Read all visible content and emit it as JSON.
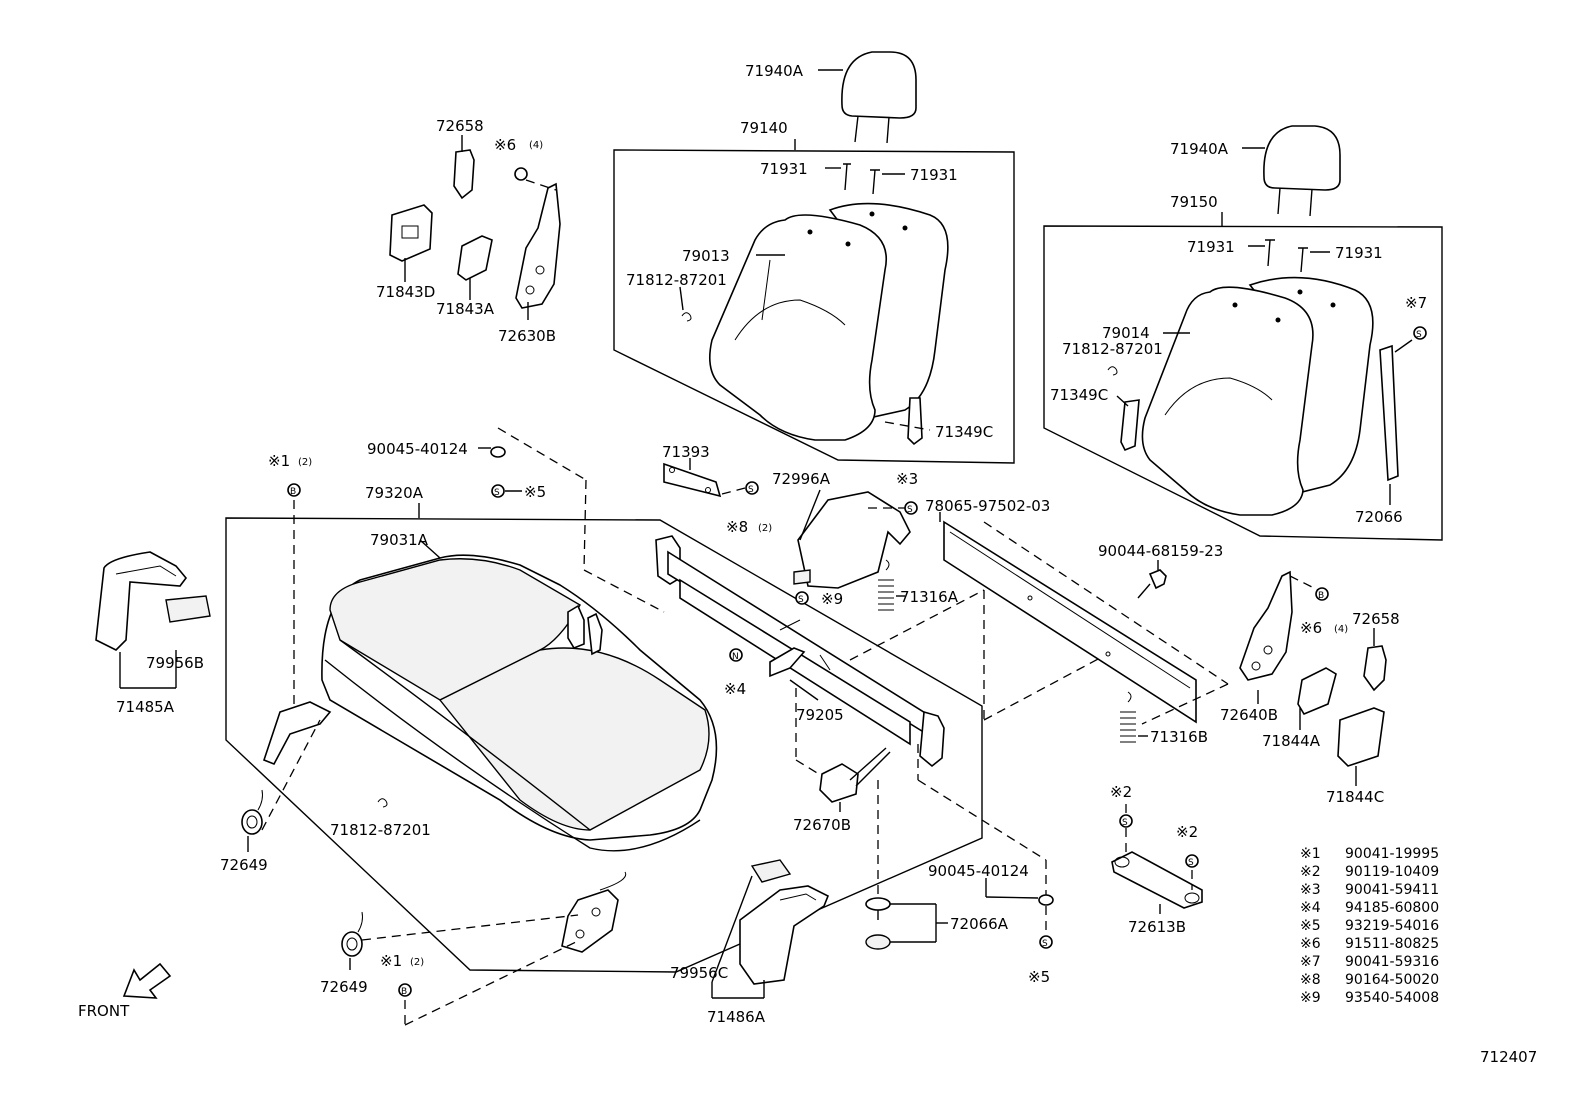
{
  "diagram_id": "712407",
  "front_label": "FRONT",
  "callouts": {
    "headrest_left": "71940A",
    "headrest_right": "71940A",
    "back_left_assy": "79140",
    "back_right_assy": "79150",
    "screw_l1": "71931",
    "screw_l2": "71931",
    "screw_r1": "71931",
    "screw_r2": "71931",
    "back_cover_left": "79013",
    "back_cover_right": "79014",
    "hog_ring_left": "71812-87201",
    "hog_ring_right": "71812-87201",
    "hog_ring_cushion": "71812-87201",
    "guide_left": "71349C",
    "guide_right": "71349C",
    "hinge_cover_top": "72658",
    "hinge_cover_right": "72658",
    "cover_71843D": "71843D",
    "cover_71843A": "71843A",
    "hinge_72630B": "72630B",
    "hinge_72640B": "72640B",
    "note6_left": "※6",
    "note6_left_qty": "(4)",
    "note6_right": "※6",
    "note6_right_qty": "(4)",
    "note7": "※7",
    "rod_72066": "72066",
    "nut_upper": "90045-40124",
    "nut_lower": "90045-40124",
    "note5_upper": "※5",
    "note5_lower": "※5",
    "note1_upper": "※1",
    "note1_upper_qty": "(2)",
    "note1_lower": "※1",
    "note1_lower_qty": "(2)",
    "cushion_assy": "79320A",
    "cushion_cover": "79031A",
    "side_cover_left": "71485A",
    "pad_left": "79956B",
    "side_cover_right": "71486A",
    "pad_right": "79956C",
    "spring_left_upper": "72649",
    "spring_left_lower": "72649",
    "bracket_71393": "71393",
    "note8": "※8",
    "note8_qty": "(2)",
    "cover_72996A": "72996A",
    "note3": "※3",
    "note9": "※9",
    "spring_71316A": "71316A",
    "spring_71316B": "71316B",
    "note4": "※4",
    "frame_79205": "79205",
    "lock_72670B": "72670B",
    "bumper_72066A": "72066A",
    "bar_78065": "78065-97502-03",
    "bolt_90044": "90044-68159-23",
    "cover_71844A": "71844A",
    "cover_71844C": "71844C",
    "note2_left": "※2",
    "note2_right": "※2",
    "link_72613B": "72613B"
  },
  "legend": [
    {
      "mark": "※1",
      "part": "90041-19995"
    },
    {
      "mark": "※2",
      "part": "90119-10409"
    },
    {
      "mark": "※3",
      "part": "90041-59411"
    },
    {
      "mark": "※4",
      "part": "94185-60800"
    },
    {
      "mark": "※5",
      "part": "93219-54016"
    },
    {
      "mark": "※6",
      "part": "91511-80825"
    },
    {
      "mark": "※7",
      "part": "90041-59316"
    },
    {
      "mark": "※8",
      "part": "90164-50020"
    },
    {
      "mark": "※9",
      "part": "93540-54008"
    }
  ],
  "fastener_marks": {
    "bolt": "B",
    "screw": "S",
    "nut": "N"
  }
}
